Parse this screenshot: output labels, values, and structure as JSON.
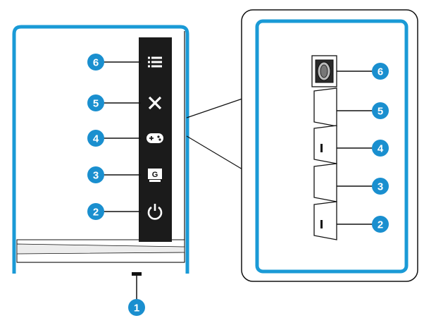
{
  "colors": {
    "accent_blue": "#1a9ad6",
    "panel_black": "#1b1b1b",
    "callout_blue": "#1a8fcf",
    "outline": "#111111",
    "bezel_gray": "#dcdcdc"
  },
  "front_view": {
    "power_button_label": "1",
    "menu_buttons": [
      {
        "label": "6",
        "icon": "menu-list-icon"
      },
      {
        "label": "5",
        "icon": "close-x-icon"
      },
      {
        "label": "4",
        "icon": "gamepad-icon"
      },
      {
        "label": "3",
        "icon": "gameplus-g-icon",
        "glyph": "G"
      },
      {
        "label": "2",
        "icon": "power-icon"
      }
    ]
  },
  "rear_view": {
    "buttons": [
      {
        "label": "6",
        "icon": "joystick-icon"
      },
      {
        "label": "5",
        "icon": "blank-button"
      },
      {
        "label": "4",
        "icon": "button-ridge"
      },
      {
        "label": "3",
        "icon": "blank-button"
      },
      {
        "label": "2",
        "icon": "button-ridge"
      }
    ]
  }
}
